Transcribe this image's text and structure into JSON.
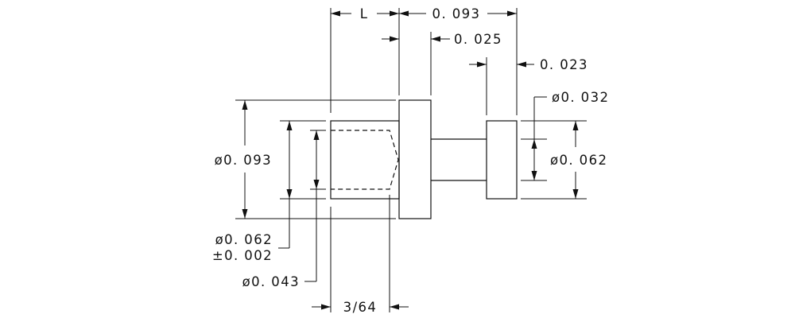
{
  "drawing": {
    "dimensions": {
      "length": "L",
      "overall_length": "0. 093",
      "flange_thickness": "0. 025",
      "collar_width": "0. 023",
      "pin_diameter": "ø0. 032",
      "collar_diameter": "ø0. 062",
      "flange_diameter": "ø0. 093",
      "socket_diameter": "ø0. 062",
      "socket_tolerance": "±0. 002",
      "bore_diameter": "ø0. 043",
      "bore_depth": "3/64"
    }
  }
}
